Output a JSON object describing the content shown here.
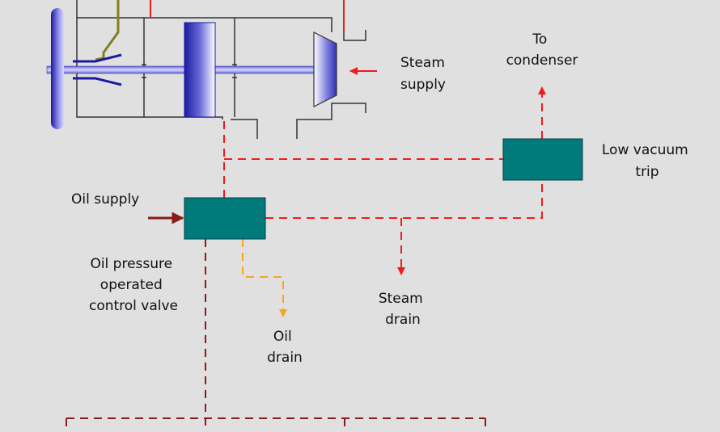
{
  "colors": {
    "background": "#e0e0e0",
    "steam_line": "#ee1c1c",
    "oil_supply_line": "#8b1a1a",
    "oil_drain_line": "#f5a623",
    "trip_line": "#8b1a1a",
    "device_box": "#007a7a",
    "casing": "#333333",
    "linkage": "#808020",
    "rotor_blue": "#1a1aa0"
  },
  "labels": {
    "to_condenser": [
      "To",
      "condenser"
    ],
    "steam_supply": [
      "Steam",
      "supply"
    ],
    "low_vacuum_trip": [
      "Low vacuum",
      "trip"
    ],
    "oil_supply": "Oil supply",
    "oil_pressure_valve": [
      "Oil pressure",
      "operated",
      "control valve"
    ],
    "steam_drain": [
      "Steam",
      "drain"
    ],
    "oil_drain": [
      "Oil",
      "drain"
    ]
  },
  "icons": {
    "turbine": "steam-turbine-cross-section-icon",
    "valve_box": "control-valve-box-icon",
    "trip_box": "low-vacuum-trip-box-icon"
  }
}
